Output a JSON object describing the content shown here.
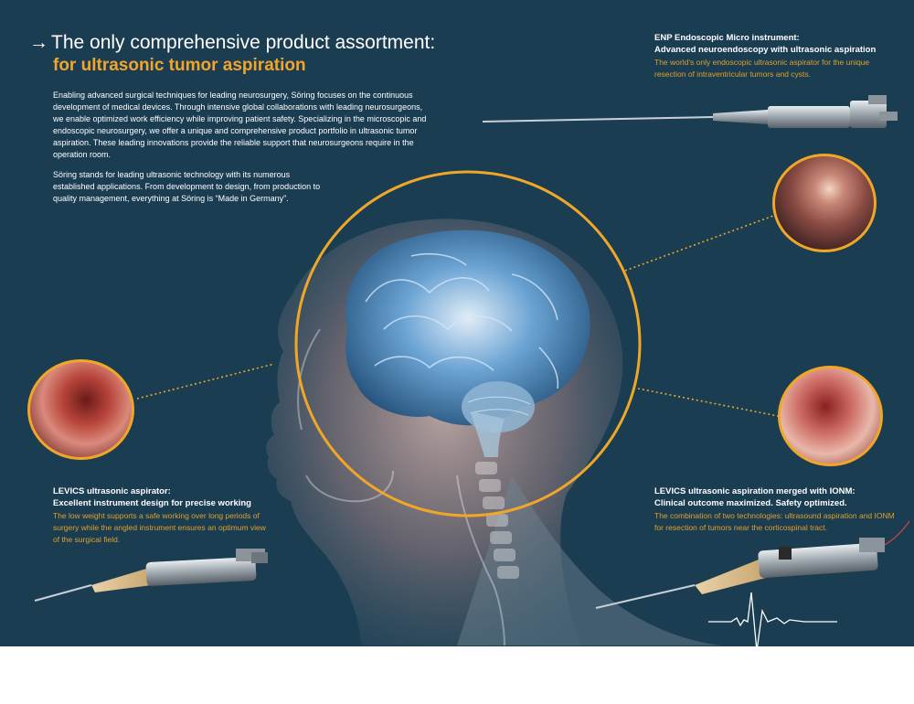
{
  "heading": {
    "line1": "The only comprehensive product assortment:",
    "line2": "for ultrasonic tumor aspiration"
  },
  "intro": {
    "paragraph1": "Enabling advanced surgical techniques for leading neurosurgery, Söring focuses on the continuous development of medical devices. Through intensive global collaborations with leading neurosurgeons, we enable optimized work efficiency while improving patient safety. Specializing in the microscopic and endoscopic neurosurgery, we offer a unique and comprehensive product portfolio in ultrasonic tumor aspiration. These leading innovations provide the reliable support that neurosurgeons require in the operation room.",
    "paragraph2": "Söring stands for leading ultrasonic technology with its numerous established applications. From development to design, from production to quality management, everything at Söring is “Made in Germany”."
  },
  "callouts": {
    "enp": {
      "title1": "ENP Endoscopic Micro instrument:",
      "title2": "Advanced neuroendoscopy with ultrasonic aspiration",
      "desc": "The world’s only endoscopic ultrasonic aspirator for the unique resection of intraventricular tumors and cysts."
    },
    "levics": {
      "title1": "LEVICS ultrasonic aspirator:",
      "title2": "Excellent instrument design for precise working",
      "desc": "The low weight supports a safe working over long periods of surgery while the angled instrument ensures an optimum view of the surgical field."
    },
    "ionm": {
      "title1": "LEVICS ultrasonic aspiration merged with IONM:",
      "title2": "Clinical outcome maximized. Safety optimized.",
      "desc": "The combination of two technologies: ultrasound aspiration and IONM for resection of tumors near the corticospinal tract."
    }
  },
  "icons": {
    "heading_arrow": "arrow-right-icon"
  },
  "colors": {
    "background": "#1a3d52",
    "accent": "#f2a52a",
    "text": "#ffffff"
  }
}
